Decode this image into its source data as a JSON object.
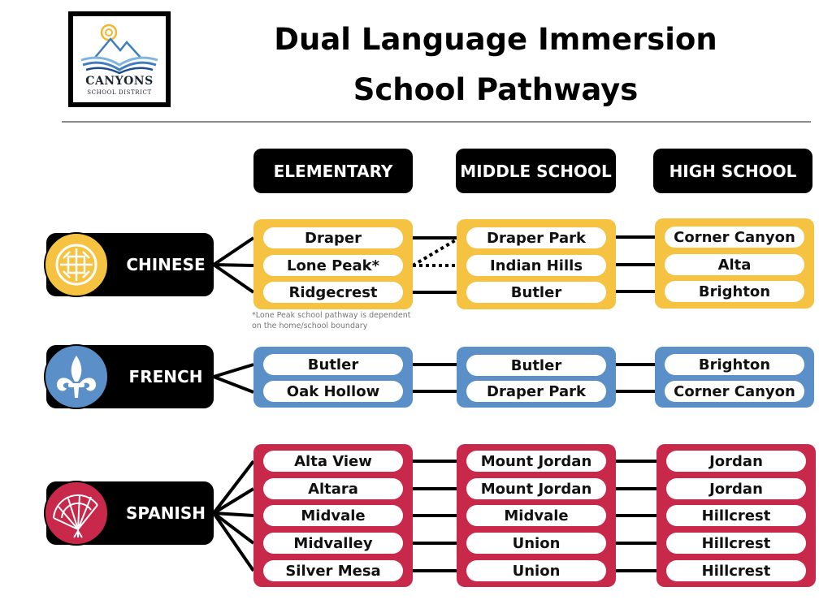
{
  "logo": {
    "name": "CANYONS",
    "subtitle": "SCHOOL DISTRICT"
  },
  "title": {
    "line1": "Dual Language Immersion",
    "line2": "School Pathways"
  },
  "columns": {
    "elementary": "ELEMENTARY",
    "middle": "MIDDLE SCHOOL",
    "high": "HIGH SCHOOL"
  },
  "colors": {
    "chinese": "#F5C242",
    "french": "#5B8FC7",
    "spanish": "#C8294A",
    "black": "#000000"
  },
  "languages": {
    "chinese": {
      "label": "CHINESE",
      "icon": "chinese-knot-icon",
      "elementary": [
        "Draper",
        "Lone Peak*",
        "Ridgecrest"
      ],
      "middle": [
        "Draper Park",
        "Indian Hills",
        "Butler"
      ],
      "high": [
        "Corner Canyon",
        "Alta",
        "Brighton"
      ],
      "note": "*Lone Peak school pathway is dependent on the home/school boundary"
    },
    "french": {
      "label": "FRENCH",
      "icon": "fleur-de-lis-icon",
      "elementary": [
        "Butler",
        "Oak Hollow"
      ],
      "middle": [
        "Butler",
        "Draper Park"
      ],
      "high": [
        "Brighton",
        "Corner Canyon"
      ]
    },
    "spanish": {
      "label": "SPANISH",
      "icon": "hand-fan-icon",
      "elementary": [
        "Alta View",
        "Altara",
        "Midvale",
        "Midvalley",
        "Silver Mesa"
      ],
      "middle": [
        "Mount Jordan",
        "Mount Jordan",
        "Midvale",
        "Union",
        "Union"
      ],
      "high": [
        "Jordan",
        "Jordan",
        "Hillcrest",
        "Hillcrest",
        "Hillcrest"
      ]
    }
  }
}
